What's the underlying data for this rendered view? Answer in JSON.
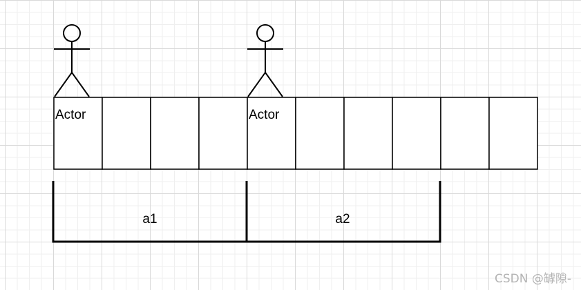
{
  "diagram": {
    "actors": [
      {
        "label": "Actor"
      },
      {
        "label": "Actor"
      }
    ],
    "cells": 10,
    "ranges": [
      {
        "label": "a1"
      },
      {
        "label": "a2"
      }
    ]
  },
  "watermark": "CSDN @罅隙-"
}
